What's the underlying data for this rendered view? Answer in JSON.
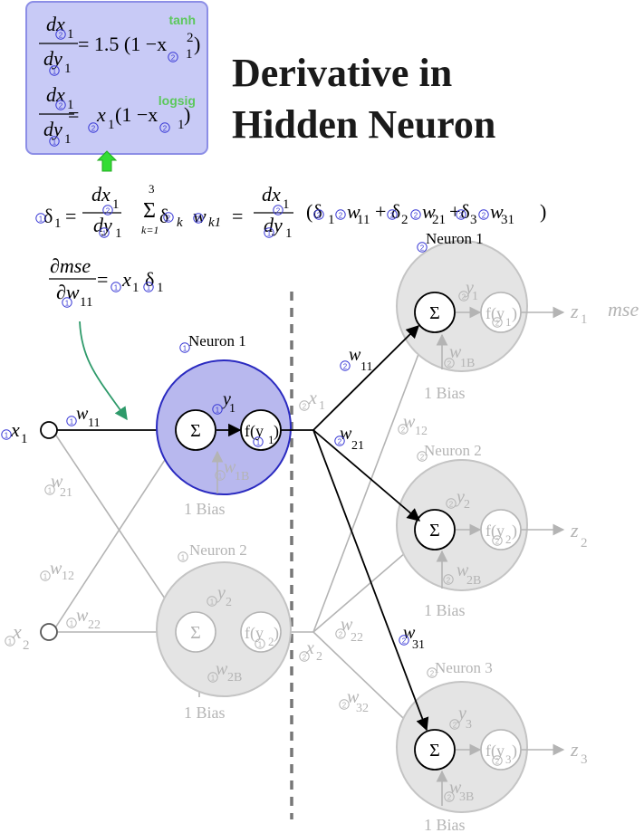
{
  "title": {
    "line1": "Derivative in",
    "line2": "Hidden Neuron"
  },
  "legend_box": {
    "tanh_label": "tanh",
    "logsig_label": "logsig",
    "tanh_formula": {
      "num": "dx",
      "num_sub": "1",
      "den": "dy",
      "den_sub": "1",
      "rhs": "= 1.5 (1 −x",
      "rhs_sup": "2",
      "rhs_sub": "1",
      "close": ")"
    },
    "logsig_formula": {
      "num": "dx",
      "num_sub": "1",
      "den": "dy",
      "den_sub": "1",
      "eq": "=",
      "x": "x",
      "x_sub": "1",
      "paren": " (1 −x",
      "paren_sub": "1",
      "close": ")"
    }
  },
  "delta_formula": {
    "delta": "δ",
    "sub1": "1",
    "eq": "=",
    "frac_num": "dx",
    "frac_num_sub": "1",
    "frac_den": "dy",
    "frac_den_sub": "1",
    "sum_top": "3",
    "sum": "Σ",
    "sum_bottom": "k=1",
    "term": "δ",
    "term_sub": "k",
    "w": "w",
    "w_sub": "k1",
    "eq2": "=",
    "expanded": "(δ",
    "e1": "1",
    "w11": "w",
    "w11_sub": "11",
    "plus1": "+ δ",
    "e2": "2",
    "w21": "w",
    "w21_sub": "21",
    "plus2": "+δ",
    "e3": "3",
    "w31": "w",
    "w31_sub": "31",
    "close": ")"
  },
  "mse_formula": {
    "num": "∂mse",
    "den": "∂w",
    "den_sub": "11",
    "eq": "=",
    "x": "x",
    "x_sub": "1",
    "delta": "δ",
    "delta_sub": "1"
  },
  "badges": {
    "one": "1",
    "two": "2"
  },
  "layer1": {
    "inputs": [
      {
        "label": "x",
        "sub": "1"
      },
      {
        "label": "x",
        "sub": "2"
      }
    ],
    "weights": [
      {
        "label": "w",
        "sub": "11"
      },
      {
        "label": "w",
        "sub": "21"
      },
      {
        "label": "w",
        "sub": "12"
      },
      {
        "label": "w",
        "sub": "22"
      }
    ],
    "neurons": [
      {
        "title": "Neuron 1",
        "sum": "Σ",
        "y": "y",
        "y_sub": "1",
        "f": "f(y",
        "f_sub": "1",
        "f_close": ")",
        "bias_w": "w",
        "bias_sub": "1B",
        "bias": "1  Bias"
      },
      {
        "title": "Neuron 2",
        "sum": "Σ",
        "y": "y",
        "y_sub": "2",
        "f": "f(y",
        "f_sub": "2",
        "f_close": ")",
        "bias_w": "w",
        "bias_sub": "2B",
        "bias": "1  Bias"
      }
    ]
  },
  "layer2": {
    "inputs": [
      {
        "label": "x",
        "sub": "1"
      },
      {
        "label": "x",
        "sub": "2"
      }
    ],
    "weights": [
      {
        "label": "w",
        "sub": "11"
      },
      {
        "label": "w",
        "sub": "21"
      },
      {
        "label": "w",
        "sub": "31"
      },
      {
        "label": "w",
        "sub": "12"
      },
      {
        "label": "w",
        "sub": "22"
      },
      {
        "label": "w",
        "sub": "32"
      }
    ],
    "neurons": [
      {
        "title": "Neuron 1",
        "sum": "Σ",
        "y": "y",
        "y_sub": "1",
        "f": "f(y",
        "f_sub": "1",
        "f_close": ")",
        "bias_w": "w",
        "bias_sub": "1B",
        "bias": "1  Bias",
        "out": "z",
        "out_sub": "1"
      },
      {
        "title": "Neuron 2",
        "sum": "Σ",
        "y": "y",
        "y_sub": "2",
        "f": "f(y",
        "f_sub": "2",
        "f_close": ")",
        "bias_w": "w",
        "bias_sub": "2B",
        "bias": "1  Bias",
        "out": "z",
        "out_sub": "2"
      },
      {
        "title": "Neuron 3",
        "sum": "Σ",
        "y": "y",
        "y_sub": "3",
        "f": "f(y",
        "f_sub": "3",
        "f_close": ")",
        "bias_w": "w",
        "bias_sub": "3B",
        "bias": "1  Bias",
        "out": "z",
        "out_sub": "3"
      }
    ]
  },
  "mse_label": "mse",
  "colors": {
    "badge": "#3b3bd6",
    "active_fill": "#b8b8ee",
    "active_stroke": "#2a2ac0",
    "inactive_fill": "#e4e4e4",
    "inactive_stroke": "#c4c4c4",
    "faded_text": "#b4b4b4",
    "label_green": "#5cc85c",
    "arrow_green": "#2e9a6a",
    "box_fill": "#c8caf6",
    "box_stroke": "#8c8ee6",
    "up_arrow": "#33dd33"
  }
}
